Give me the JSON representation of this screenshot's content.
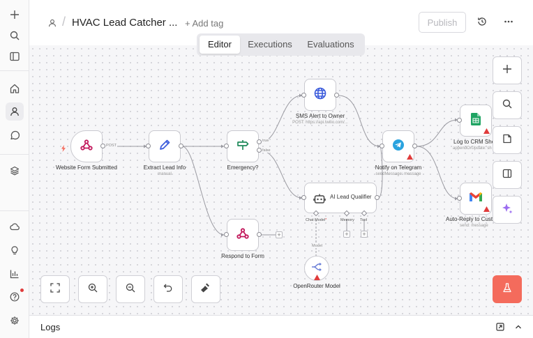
{
  "header": {
    "title": "HVAC Lead Catcher ...",
    "add_tag": "+ Add tag",
    "publish": "Publish"
  },
  "tabs": [
    {
      "label": "Editor",
      "active": true
    },
    {
      "label": "Executions",
      "active": false
    },
    {
      "label": "Evaluations",
      "active": false
    }
  ],
  "nodes": {
    "website_form": {
      "label": "Website Form Submitted"
    },
    "extract": {
      "label": "Extract Lead Info",
      "sub": "manual"
    },
    "emergency": {
      "label": "Emergency?"
    },
    "respond": {
      "label": "Respond to Form"
    },
    "sms": {
      "label": "SMS Alert to Owner",
      "sub": "POST: https://api.twilio.com/..."
    },
    "qualifier": {
      "label": "AI Lead Qualifier"
    },
    "telegram": {
      "label": "Notify on Telegram",
      "sub": "sendMessage: message"
    },
    "crm": {
      "label": "Log to CRM She",
      "sub": "appendOrUpdate: sh"
    },
    "autoreply": {
      "label": "Auto-Reply to Cust",
      "sub": "send: message"
    },
    "openrouter": {
      "label": "OpenRouter Model"
    }
  },
  "edge_labels": {
    "post": "POST",
    "true": "true",
    "false": "false",
    "model": "Model"
  },
  "sub_ports": {
    "chat_model": "Chat Model",
    "chat_model_req": "*",
    "memory": "Memory",
    "tool": "Tool"
  },
  "logs": {
    "title": "Logs"
  },
  "colors": {
    "accent": "#f46b5c",
    "warning": "#e03b3b",
    "sheets": "#1fa463",
    "telegram": "#2aa3df",
    "globe": "#3b5bdb",
    "ai_tool": "#9b6cf0"
  }
}
